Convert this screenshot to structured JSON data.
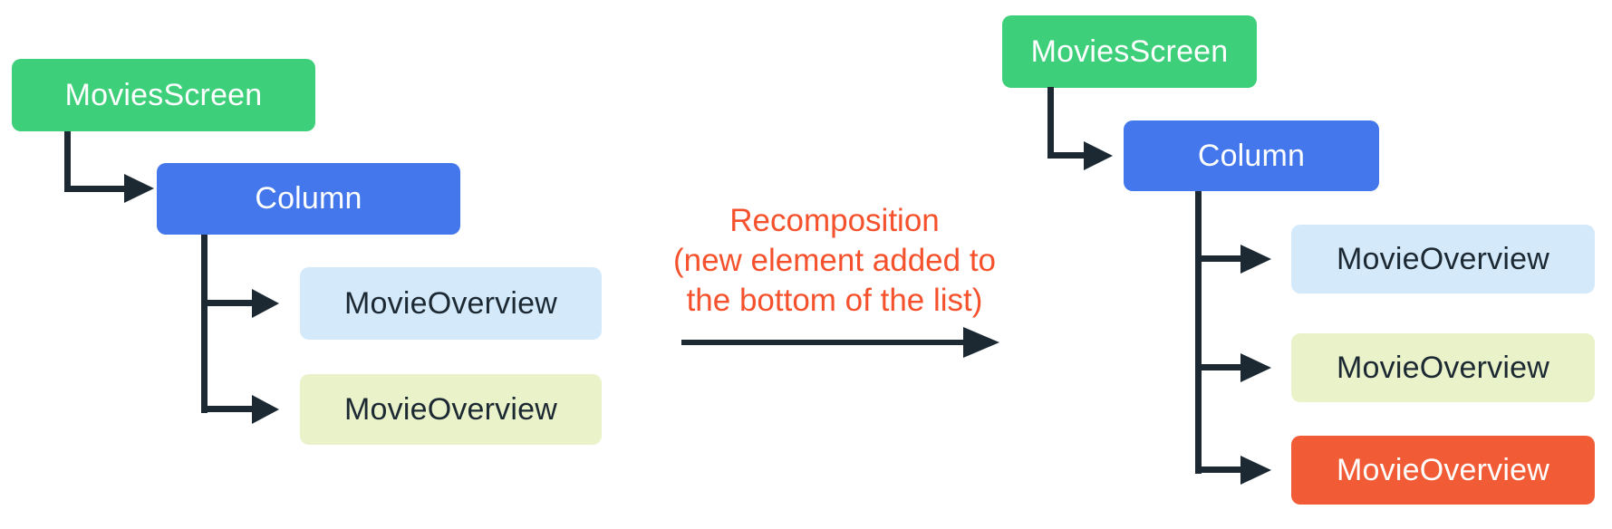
{
  "diagram": {
    "left_tree": {
      "root": {
        "label": "MoviesScreen",
        "color": "#3ECF7A"
      },
      "column": {
        "label": "Column",
        "color": "#4377EB"
      },
      "children": [
        {
          "label": "MovieOverview",
          "color": "#D4EAFB"
        },
        {
          "label": "MovieOverview",
          "color": "#EAF2C9"
        }
      ]
    },
    "annotation": {
      "lines": [
        "Recomposition",
        "(new element added to",
        "the bottom of the list)"
      ],
      "color": "#F4512C"
    },
    "right_tree": {
      "root": {
        "label": "MoviesScreen",
        "color": "#3ECF7A"
      },
      "column": {
        "label": "Column",
        "color": "#4377EB"
      },
      "children": [
        {
          "label": "MovieOverview",
          "color": "#D4EAFB"
        },
        {
          "label": "MovieOverview",
          "color": "#EAF2C9"
        },
        {
          "label": "MovieOverview",
          "color": "#F15B35",
          "highlighted": true
        }
      ]
    },
    "colors": {
      "green": "#3ECF7A",
      "blue": "#4377EB",
      "light_blue": "#D4EAFB",
      "light_yellow": "#EAF2C9",
      "orange": "#F15B35",
      "annotation_orange": "#F4512C",
      "connector_dark": "#1C2933",
      "background": "#FFFFFF"
    }
  }
}
